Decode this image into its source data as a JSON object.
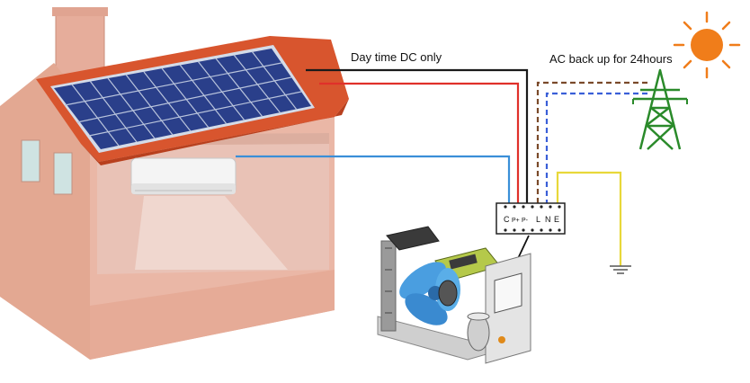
{
  "labels": {
    "dc_line": "Day time DC only",
    "ac_line": "AC back up for 24hours"
  },
  "terminal_block": {
    "terminals": [
      "C",
      "P+",
      "P-",
      "L",
      "N",
      "E"
    ]
  },
  "colors": {
    "house_wall": "#eab7a6",
    "house_shadow": "#d99c89",
    "roof_tile": "#d8552e",
    "solar_panel": "#2a3f8a",
    "dc_positive_wire": "#e0302a",
    "dc_negative_wire": "#1a1a1a",
    "signal_wire": "#3a8fd8",
    "ac_live_wire": "#7a4a2a",
    "ac_neutral_wire": "#3a5fd8",
    "earth_wire": "#e8d83a",
    "sun": "#f07d1a",
    "tower": "#2a8a2a"
  },
  "icons": [
    "sun-icon",
    "transmission-tower-icon",
    "ground-symbol-icon",
    "fan-blade-icon"
  ]
}
